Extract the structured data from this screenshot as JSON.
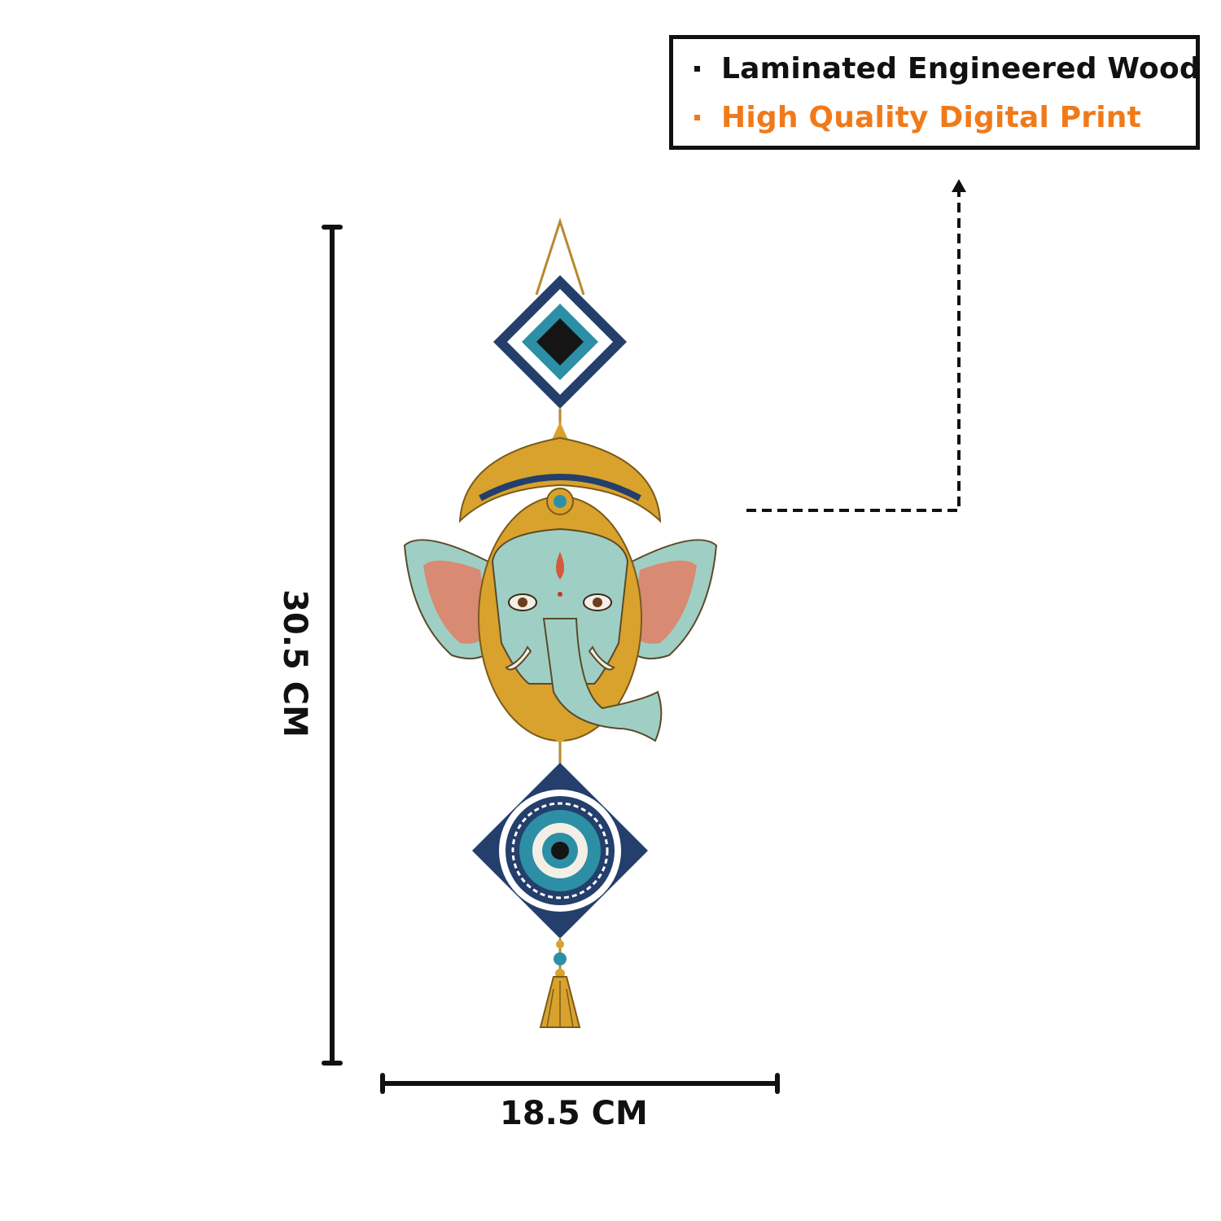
{
  "features": [
    {
      "label": "Laminated Engineered Wood",
      "color": "#111111"
    },
    {
      "label": "High Quality Digital Print",
      "color": "#f07a1a"
    }
  ],
  "dimensions": {
    "height": "30.5 CM",
    "width": "18.5 CM"
  },
  "product": {
    "icons": [
      "evil-eye-diamond-icon",
      "ganesha-head-icon",
      "evil-eye-round-icon",
      "tassel-icon"
    ],
    "colors": {
      "navy": "#243f6b",
      "teal": "#2c8fa6",
      "gold": "#d9a22c",
      "skin": "#9fcfc4",
      "ear-pink": "#d98a72"
    }
  }
}
